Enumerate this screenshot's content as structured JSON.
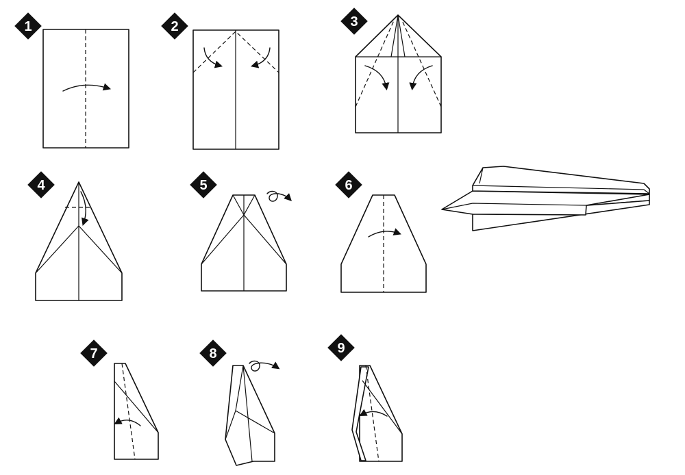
{
  "colors": {
    "ink": "#111111",
    "paper": "#ffffff"
  },
  "steps": [
    {
      "number": "1",
      "icon": "fold-in-half-vertical-icon"
    },
    {
      "number": "2",
      "icon": "fold-corners-to-center-icon"
    },
    {
      "number": "3",
      "icon": "fold-edges-to-center-icon"
    },
    {
      "number": "4",
      "icon": "fold-tip-down-icon"
    },
    {
      "number": "5",
      "icon": "turn-over-icon"
    },
    {
      "number": "6",
      "icon": "fold-in-half-icon"
    },
    {
      "number": "7",
      "icon": "fold-wing-down-icon"
    },
    {
      "number": "8",
      "icon": "turn-over-icon"
    },
    {
      "number": "9",
      "icon": "fold-other-wing-icon"
    }
  ],
  "final": {
    "icon": "paper-airplane-icon"
  }
}
